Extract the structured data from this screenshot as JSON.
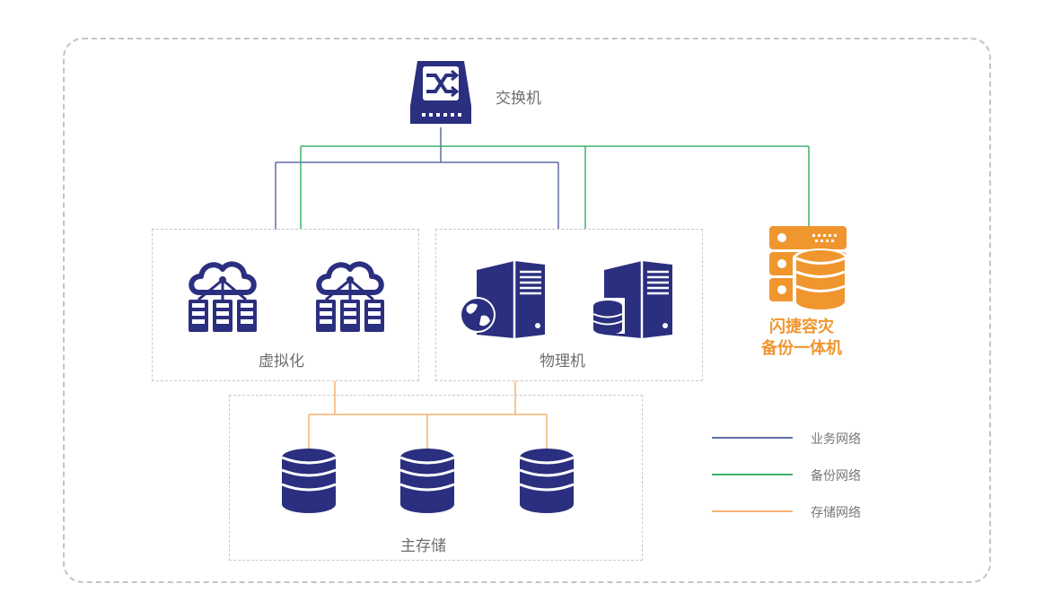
{
  "labels": {
    "switch": "交换机",
    "virtualization": "虚拟化",
    "physical": "物理机",
    "storage": "主存储",
    "dr_line1": "闪捷容灾",
    "dr_line2": "备份一体机"
  },
  "legend": [
    {
      "label": "业务网络",
      "color": "#5f6ca3"
    },
    {
      "label": "备份网络",
      "color": "#3db36b"
    },
    {
      "label": "存储网络",
      "color": "#f6b16f"
    }
  ],
  "colors": {
    "navy": "#2b2f7f",
    "orange": "#f0962f",
    "green": "#3db36b",
    "blue_line": "#5f6ca3",
    "storage_line": "#f6b16f"
  },
  "icons": {
    "switch": "network-switch-icon",
    "cloud_server": "cloud-server-icon",
    "web_server": "web-server-icon",
    "db_server": "database-server-icon",
    "storage": "database-icon",
    "dr_appliance": "backup-appliance-icon"
  }
}
